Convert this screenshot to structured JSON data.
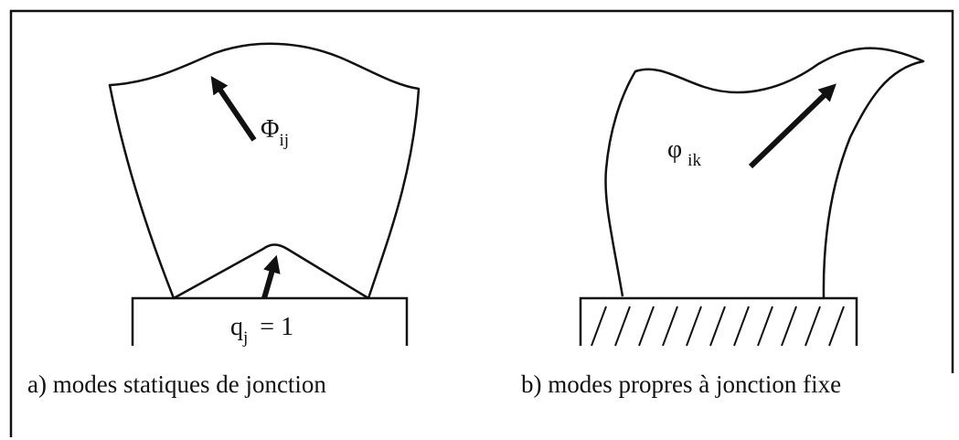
{
  "panel_a": {
    "caption": "a) modes statiques de jonction",
    "mode_label": {
      "symbol": "Φ",
      "subscript": "ij"
    },
    "constraint_label": {
      "symbol": "q",
      "subscript": "j",
      "equation": "= 1"
    }
  },
  "panel_b": {
    "caption": "b) modes propres à jonction fixe",
    "mode_label": {
      "symbol": "φ",
      "subscript": "ik"
    }
  },
  "colors": {
    "ink": "#111111",
    "background": "#ffffff"
  }
}
